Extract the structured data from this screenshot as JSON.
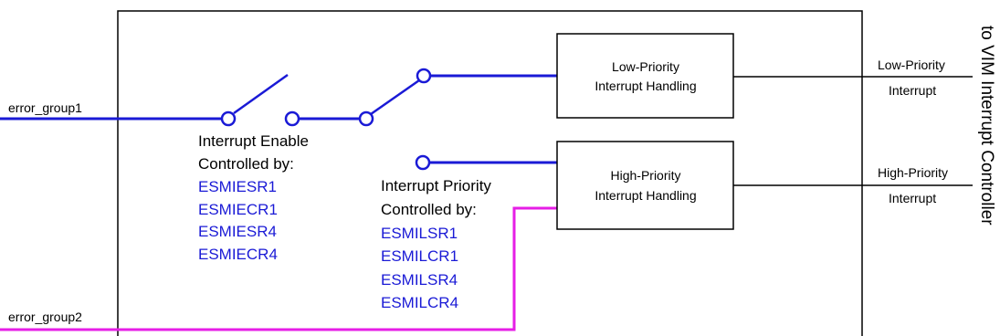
{
  "inputs": {
    "group1": "error_group1",
    "group2": "error_group2"
  },
  "enable": {
    "title": "Interrupt Enable",
    "controlled_by": "Controlled by:",
    "registers": [
      "ESMIESR1",
      "ESMIECR1",
      "ESMIESR4",
      "ESMIECR4"
    ]
  },
  "priority": {
    "title": "Interrupt Priority",
    "controlled_by": "Controlled by:",
    "registers": [
      "ESMILSR1",
      "ESMILCR1",
      "ESMILSR4",
      "ESMILCR4"
    ]
  },
  "blocks": {
    "low": [
      "Low-Priority",
      "Interrupt Handling"
    ],
    "high": [
      "High-Priority",
      "Interrupt Handling"
    ]
  },
  "outputs": {
    "low": [
      "Low-Priority",
      "Interrupt"
    ],
    "high": [
      "High-Priority",
      "Interrupt"
    ]
  },
  "destination": "to VIM Interrupt Controller",
  "colors": {
    "wire_blue": "#1a1ad6",
    "wire_magenta": "#e61ee6",
    "line_black": "#000000"
  }
}
